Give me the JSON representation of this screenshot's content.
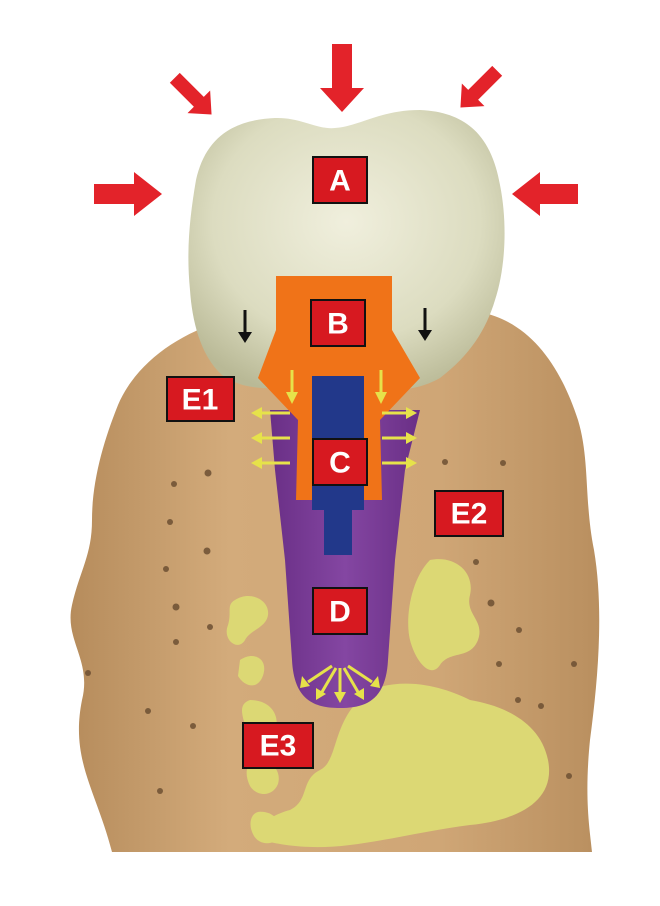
{
  "labels": {
    "a": "A",
    "b": "B",
    "c": "C",
    "d": "D",
    "e1": "E1",
    "e2": "E2",
    "e3": "E3"
  },
  "colors": {
    "force_arrow": "#e3232a",
    "label_bg": "#d71920",
    "crown": "#dcdcc0",
    "abutment": "#f07318",
    "screw": "#22388a",
    "implant": "#7a3a95",
    "bone": "#c89f6e",
    "cancellous": "#dcd874",
    "stress_arrow": "#e6e24a",
    "bone_pore": "#6d5033"
  },
  "icons": {
    "external_force": "red-arrow-icon",
    "crown_load": "black-arrow-icon",
    "stress_transfer": "yellow-arrow-icon"
  }
}
